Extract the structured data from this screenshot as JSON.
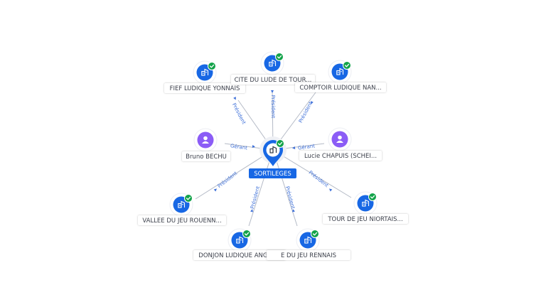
{
  "center": {
    "label": "SORTILEGES",
    "icon": "building-icon",
    "verified": true
  },
  "nodes": [
    {
      "id": "fief",
      "type": "company",
      "label": "FIEF LUDIQUE YONNAIS",
      "relation": "Président",
      "verified": true
    },
    {
      "id": "cite",
      "type": "company",
      "label": "CITE DU LUDE DE TOUR...",
      "relation": "Président",
      "verified": true
    },
    {
      "id": "comptoir",
      "type": "company",
      "label": "COMPTOIR LUDIQUE NAN...",
      "relation": "Président",
      "verified": true
    },
    {
      "id": "bruno",
      "type": "person",
      "label": "Bruno BECHU",
      "relation": "Gérant",
      "verified": false
    },
    {
      "id": "lucie",
      "type": "person",
      "label": "Lucie CHAPUIS (SCHEI...",
      "relation": "Gérant",
      "verified": false
    },
    {
      "id": "vallee",
      "type": "company",
      "label": "VALLEE DU JEU ROUENN...",
      "relation": "Président",
      "verified": true
    },
    {
      "id": "tour",
      "type": "company",
      "label": "TOUR DE JEU NIORTAIS...",
      "relation": "Président",
      "verified": true
    },
    {
      "id": "donjon",
      "type": "company",
      "label": "DONJON LUDIQUE ANGEV...",
      "relation": "Président",
      "verified": true
    },
    {
      "id": "rennais",
      "type": "company",
      "label": "E DU JEU RENNAIS",
      "relation": "Président",
      "verified": true
    }
  ],
  "colors": {
    "company": "#1767e4",
    "person": "#8b5cf6",
    "verified_badge": "#13a34a",
    "relation_text": "#3d6fd8",
    "edge": "#b4bac6"
  }
}
